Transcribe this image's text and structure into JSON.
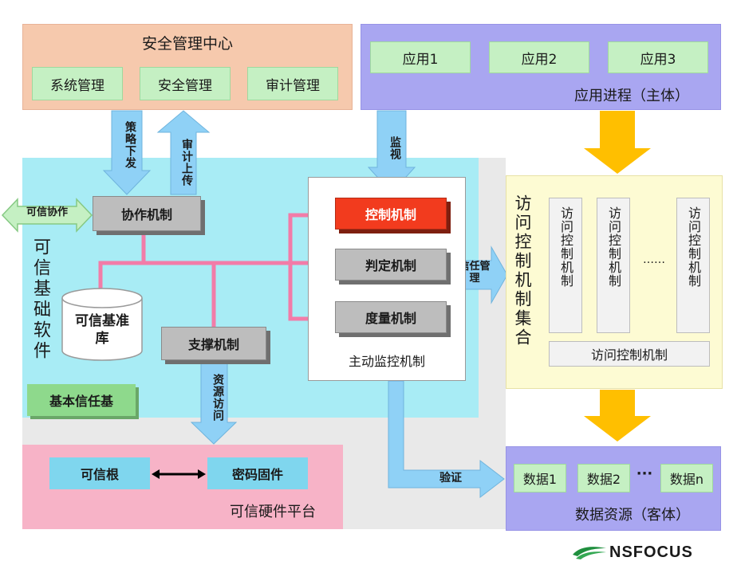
{
  "security_center": {
    "title": "安全管理中心",
    "items": [
      "系统管理",
      "安全管理",
      "审计管理"
    ]
  },
  "app_process": {
    "apps": [
      "应用1",
      "应用2",
      "应用3"
    ],
    "label": "应用进程（主体）"
  },
  "arrows": {
    "policy_down": "策略下发",
    "audit_up": "审计上传",
    "monitor": "监视",
    "trusted_collab": "可信协作",
    "trust_manage": "信任管理",
    "resource_access": "资源访问",
    "verify": "验证"
  },
  "trusted_software": {
    "label": "可信基础软件",
    "collab": "协作机制",
    "support": "支撑机制",
    "baseline_db": "可信基准库",
    "trust_base": "基本信任基"
  },
  "active_monitor": {
    "control": "控制机制",
    "judge": "判定机制",
    "measure": "度量机制",
    "label": "主动监控机制"
  },
  "access_control": {
    "label": "访问控制机制集合",
    "column": "访问控制机制",
    "ellipsis": "……",
    "bottom": "访问控制机制"
  },
  "data_resources": {
    "items": [
      "数据1",
      "数据2",
      "数据n"
    ],
    "ellipsis": "···",
    "label": "数据资源（客体）"
  },
  "hardware": {
    "root": "可信根",
    "crypto": "密码固件",
    "label": "可信硬件平台"
  },
  "logo": {
    "text": "NSFOCUS"
  }
}
